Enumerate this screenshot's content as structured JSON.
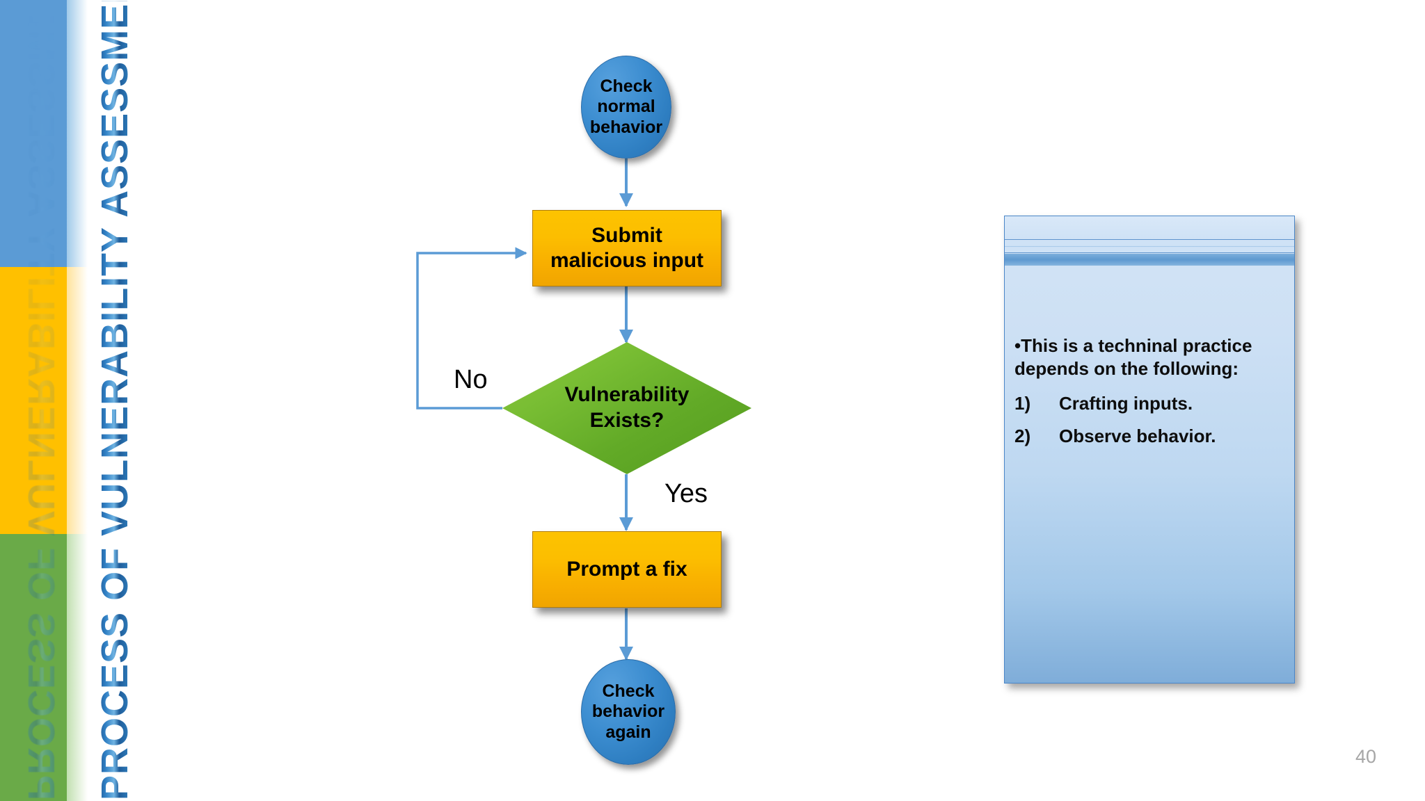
{
  "slide": {
    "title": "PROCESS OF VULNERABILITY ASSESSMENT",
    "page_number": "40",
    "background": "#ffffff"
  },
  "decor": {
    "bars": [
      {
        "name": "blue",
        "color": "#5b9bd5"
      },
      {
        "name": "yellow",
        "color": "#ffc000"
      },
      {
        "name": "green",
        "color": "#6aaa48"
      }
    ],
    "title_gradient_color": "#2f7fc4"
  },
  "flowchart": {
    "nodes": [
      {
        "id": "start",
        "shape": "ellipse",
        "label": "Check\nnormal\nbehavior",
        "fill": "#3c8dd0"
      },
      {
        "id": "submit",
        "shape": "rect",
        "label": "Submit\nmalicious input",
        "fill": "#fcbe00"
      },
      {
        "id": "decide",
        "shape": "diamond",
        "label": "Vulnerability\nExists?",
        "fill": "#78bd33"
      },
      {
        "id": "fix",
        "shape": "rect",
        "label": "Prompt a fix",
        "fill": "#fcbe00"
      },
      {
        "id": "recheck",
        "shape": "ellipse",
        "label": "Check\nbehavior\nagain",
        "fill": "#3c8dd0"
      }
    ],
    "edge_labels": {
      "no": "No",
      "yes": "Yes"
    },
    "connector_color": "#5b9bd5"
  },
  "panel": {
    "bullet": "•This is a techninal practice depends on the following:",
    "items": [
      {
        "num": "1)",
        "text": "Crafting inputs."
      },
      {
        "num": "2)",
        "text": "Observe behavior."
      }
    ],
    "fill": "#bed8f1",
    "border": "#4a86c8"
  }
}
